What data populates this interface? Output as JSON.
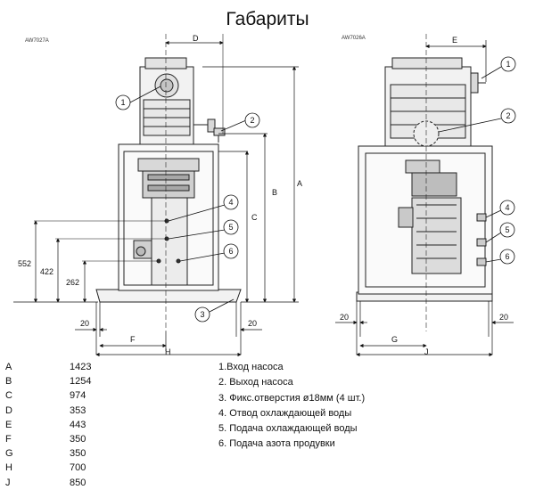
{
  "title": "Габариты",
  "drawing_refs": {
    "left": "AW7027A",
    "right": "AW7026A"
  },
  "dim_labels": {
    "D": "D",
    "E": "E",
    "B": "B",
    "A": "A",
    "C": "C",
    "F": "F",
    "G": "G",
    "H": "H",
    "J": "J",
    "v552": "552",
    "v422": "422",
    "v262": "262",
    "left20a": "20",
    "left20b": "20",
    "right20a": "20",
    "right20b": "20"
  },
  "callouts": [
    "1",
    "2",
    "3",
    "4",
    "5",
    "6"
  ],
  "dimensions": [
    {
      "key": "A",
      "value": "1423"
    },
    {
      "key": "B",
      "value": "1254"
    },
    {
      "key": "C",
      "value": "974"
    },
    {
      "key": "D",
      "value": "353"
    },
    {
      "key": "E",
      "value": "443"
    },
    {
      "key": "F",
      "value": "350"
    },
    {
      "key": "G",
      "value": "350"
    },
    {
      "key": "H",
      "value": "700"
    },
    {
      "key": "J",
      "value": "850"
    }
  ],
  "legend": [
    "1.Вход насоса",
    "2. Выход насоса",
    "3. Фикс.отверстия ø18мм (4 шт.)",
    "4. Отвод охлаждающей воды",
    "5. Подача охлаждающей воды",
    "6. Подача азота продувки"
  ]
}
